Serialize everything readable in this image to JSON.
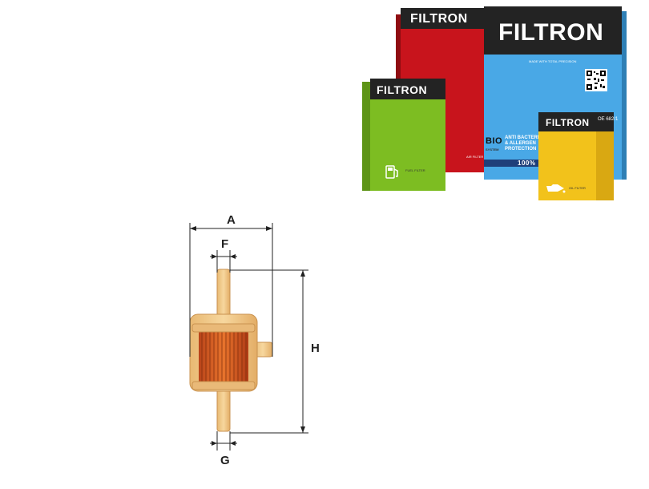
{
  "packages": {
    "red_box": {
      "brand": "FILTRON",
      "small_text": "AIR FILTER"
    },
    "blue_box": {
      "brand": "FILTRON",
      "tagline": "MADE WITH TOTAL PRECISION",
      "bio": "BIO",
      "bio_sub": "SYSTEM",
      "protection_lines": [
        "ANTI BACTERIA",
        "& ALLERGEN",
        "PROTECTION"
      ],
      "percent": "100%"
    },
    "green_box": {
      "brand": "FILTRON",
      "small_text": "FUEL FILTER"
    },
    "yellow_box": {
      "brand": "FILTRON",
      "code": "OE 682/1",
      "small_text": "OIL FILTER"
    }
  },
  "diagram": {
    "labels": {
      "A": "A",
      "F": "F",
      "H": "H",
      "G": "G"
    }
  },
  "colors": {
    "red_box": "#c8141c",
    "blue_box": "#49a8e6",
    "green_box": "#7dbd22",
    "yellow_box": "#f2c21b",
    "brand_dark": "#222222",
    "filter_body": "#f3c98a",
    "filter_core": "#d9541e"
  }
}
